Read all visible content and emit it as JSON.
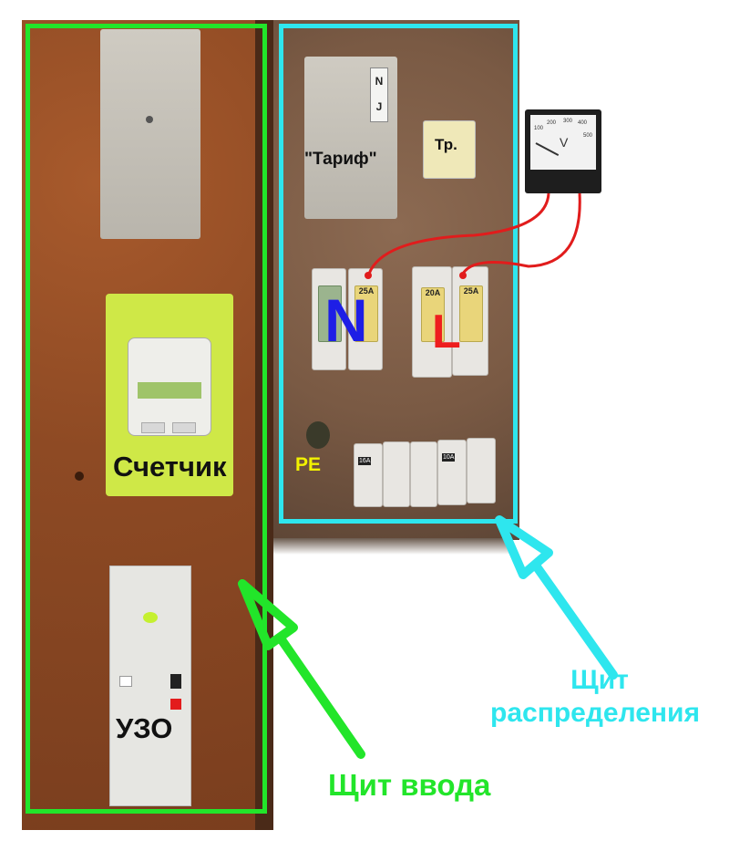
{
  "colors": {
    "input_panel_accent": "#22e52a",
    "distribution_panel_accent": "#2ee6ee",
    "neutral_label": "#1e1ee6",
    "line_label": "#ee1e1e",
    "pe_label": "#f2f200",
    "wire_red": "#e11c1c"
  },
  "input_panel": {
    "label": "Щит ввода",
    "meter_label": "Счетчик",
    "rcd_label": "УЗО"
  },
  "distribution_panel": {
    "label_line1": "Щит",
    "label_line2": "распределения",
    "tariff_label": "\"Тариф\"",
    "tariff_switch_top": "N",
    "tariff_switch_bottom": "J",
    "transformer_label": "Тр.",
    "neutral_label": "N",
    "line_label": "L",
    "pe_label": "PE",
    "fuses": [
      "25A",
      "20A",
      "25A"
    ],
    "breaker_ratings": [
      "16A",
      "10A"
    ]
  },
  "voltmeter": {
    "unit": "V",
    "scale": [
      "100",
      "200",
      "300",
      "400",
      "500"
    ]
  }
}
